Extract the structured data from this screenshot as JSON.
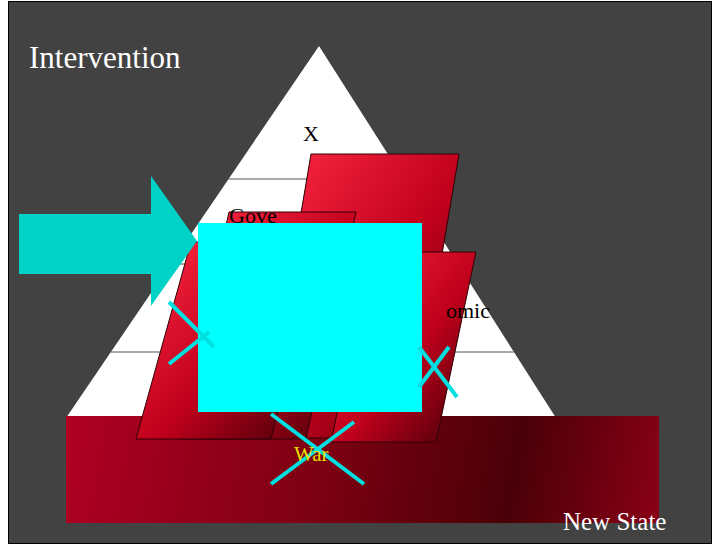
{
  "diagram": {
    "title": "Intervention",
    "nodes": [
      {
        "text": [
          "X",
          "Gove",
          "omic"
        ]
      },
      {
        "text": [
          "War",
          "New State"
        ]
      }
    ]
  }
}
